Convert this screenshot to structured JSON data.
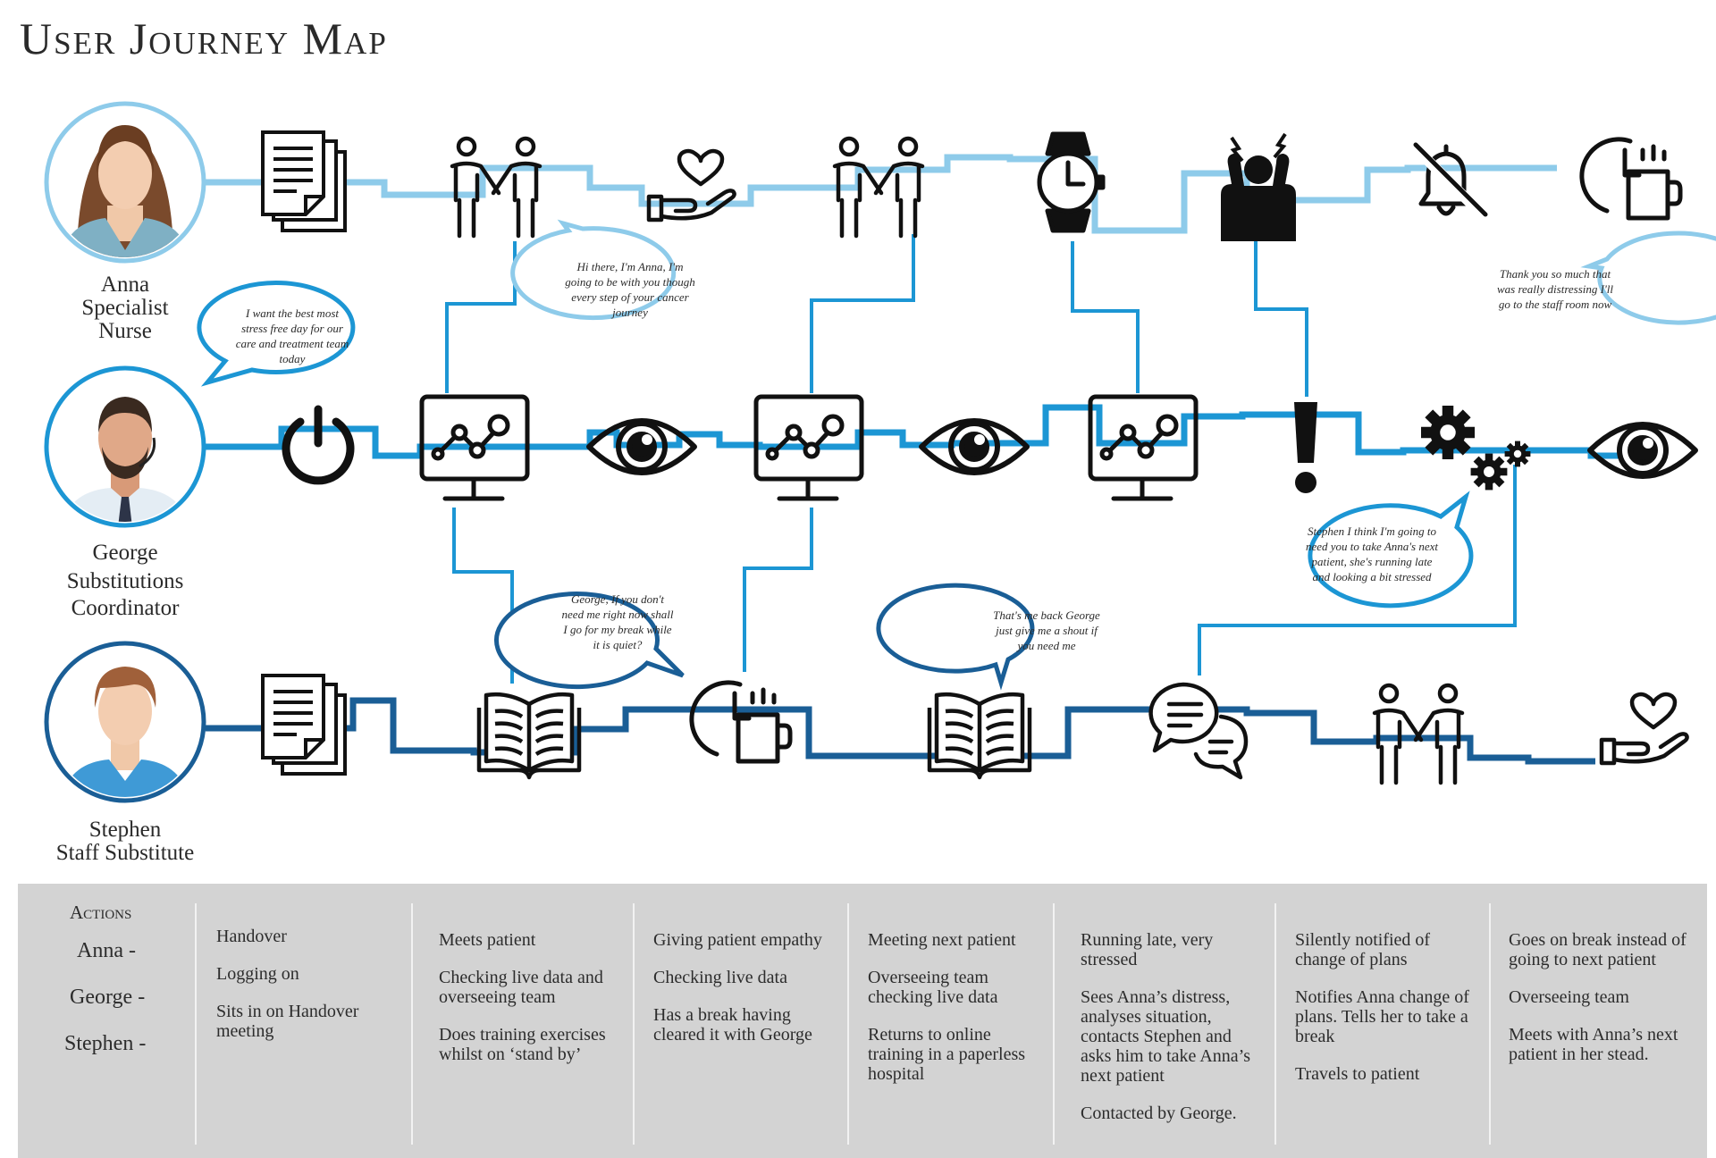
{
  "title": "User Journey Map",
  "personas": [
    {
      "name": "Anna",
      "role": "Specialist Nurse"
    },
    {
      "name": "George",
      "role": "Substitutions Coordinator"
    },
    {
      "name": "Stephen",
      "role": "Staff Substitute"
    }
  ],
  "speech_bubbles": [
    {
      "text": "I want the best most stress free day for our care and treatment team today"
    },
    {
      "text": "Hi there, I'm Anna, I'm going to be with you though every step of your cancer journey"
    },
    {
      "text": "Thank you so much that was really distressing I'll go to the staff room now"
    },
    {
      "text": "Stephen I think I'm going to need you to take Anna's next patient, she's running late and looking a bit stressed"
    },
    {
      "text": "George, If you don't need me right now shall I go for my break while it is quiet?"
    },
    {
      "text": "That's me back George just give me a shout if you need me"
    }
  ],
  "icons": {
    "anna": [
      "document-icon",
      "handshake-icon",
      "heart-hand-icon",
      "handshake-icon",
      "watch-icon",
      "stressed-person-icon",
      "bell-off-icon",
      "coffee-break-icon"
    ],
    "george": [
      "power-icon",
      "monitor-chart-icon",
      "eye-icon",
      "monitor-chart-icon",
      "eye-icon",
      "monitor-chart-icon",
      "exclamation-icon",
      "gears-icon",
      "eye-icon"
    ],
    "stephen": [
      "document-icon",
      "open-book-icon",
      "coffee-break-icon",
      "open-book-icon",
      "chat-icon",
      "handshake-icon",
      "heart-hand-icon"
    ]
  },
  "colors": {
    "anna_line": "#8ecbea",
    "george_line": "#1c96d4",
    "stephen_line": "#1a5e96",
    "actions_bg": "#d3d3d3"
  },
  "actions": {
    "heading": "Actions",
    "actors": [
      "Anna -",
      "George -",
      "Stephen -"
    ],
    "columns": [
      {
        "items": [
          "Handover",
          "Logging on",
          "Sits in on Handover meeting"
        ]
      },
      {
        "items": [
          "Meets patient",
          "Checking live data and overseeing team",
          "Does training exercises whilst on ‘stand by’"
        ]
      },
      {
        "items": [
          "Giving patient empathy",
          "Checking live data",
          "Has a break having cleared it with George"
        ]
      },
      {
        "items": [
          "Meeting next patient",
          "Overseeing team checking live data",
          "Returns to online training in a paperless hospital"
        ]
      },
      {
        "items": [
          "Running late, very stressed",
          "Sees Anna’s distress, analyses situation, contacts Stephen and asks him to take Anna’s next patient",
          "Contacted by George."
        ]
      },
      {
        "items": [
          "Silently notified of change of plans",
          "Notifies Anna change of plans. Tells her to take a break",
          "Travels to patient"
        ]
      },
      {
        "items": [
          "Goes on break instead of going to next patient",
          "Overseeing team",
          "Meets with Anna’s next patient in her stead."
        ]
      }
    ]
  }
}
